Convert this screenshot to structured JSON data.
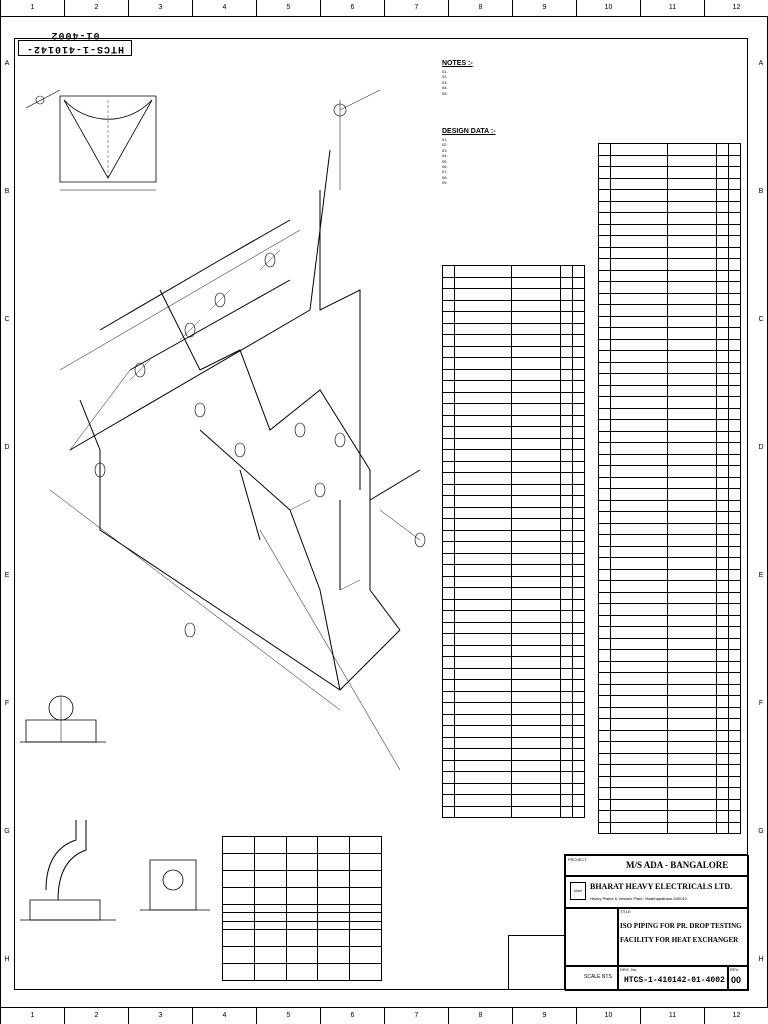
{
  "zones": {
    "columns": [
      "1",
      "2",
      "3",
      "4",
      "5",
      "6",
      "7",
      "8",
      "9",
      "10",
      "11",
      "12"
    ],
    "rows": [
      "A",
      "B",
      "C",
      "D",
      "E",
      "F",
      "G",
      "H"
    ]
  },
  "drawing_number_rotated": "HTCS-1-410142-01-4002",
  "notes": {
    "heading": "NOTES :-",
    "lines": [
      "01. ",
      "02. ",
      "03. ",
      "04. ",
      "05. "
    ]
  },
  "design_data": {
    "heading": "DESIGN DATA :-",
    "lines": [
      "01. ",
      "02. ",
      "03. ",
      "04. ",
      "05. ",
      "06. ",
      "07. ",
      "08. ",
      "09. "
    ]
  },
  "view_labels": {
    "nozzle": "",
    "view_x": "",
    "view_y": "",
    "view_z": ""
  },
  "title_block": {
    "client": "M/S ADA - BANGALORE",
    "company": "BHARAT HEAVY ELECTRICALS LTD.",
    "company_sub": "Heavy Plates & Vessels Plant, Visakhapatnam-530012.",
    "logo": "bhel",
    "title_line1": "ISO PIPING FOR PR. DROP TESTING",
    "title_line2": "FACILITY FOR HEAT EXCHANGER",
    "drg_label": "DRG. No.",
    "drg_no": "HTCS-1-410142-01-4002",
    "rev_label": "REV.",
    "rev": "00",
    "scale": "SCALE NTS",
    "project_label": "PROJECT",
    "title_label": "TITLE"
  }
}
